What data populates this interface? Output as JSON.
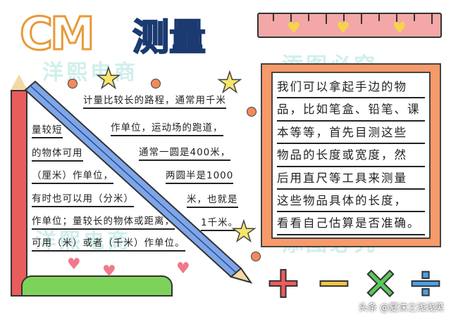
{
  "title": {
    "latin": "CM",
    "chinese": "测量"
  },
  "left_text": [
    "计量比较长的路程，通常用千米",
    "量较短",
    "作单位，运动场的跑道，",
    "的物体可用",
    "通常一圆是400米，",
    "（厘米）作单位，",
    "两圆半是1000",
    "有时也可以用（分米）",
    "米，也就是",
    "作单位；量较长的物体或距离，",
    "1千米。",
    "可用（米）或者（千米）作单位。"
  ],
  "box_text": [
    "我们可以拿起手边的物",
    "品，比如笔盒、铅笔、课",
    "本等等，首先目测这些",
    "物品的长度或宽度，然",
    "后用直尺等工具来测量",
    "这些物品具体的长度，",
    "看看自己估算是否准确。"
  ],
  "symbols": [
    "+",
    "−",
    "×",
    "÷"
  ],
  "watermarks": [
    "洋熙电商",
    "添图必究"
  ],
  "credit": "头条 @夏沫之浅浅笑",
  "colors": {
    "frame": "#f79a6a",
    "ruler": "#f4a7a7",
    "pencil_blue": "#7ea6e8",
    "pencil_red": "#e95c5c",
    "plus": "#f05a5a",
    "minus": "#f5c542",
    "times": "#5ac85a",
    "divide": "#4aa0e8"
  }
}
